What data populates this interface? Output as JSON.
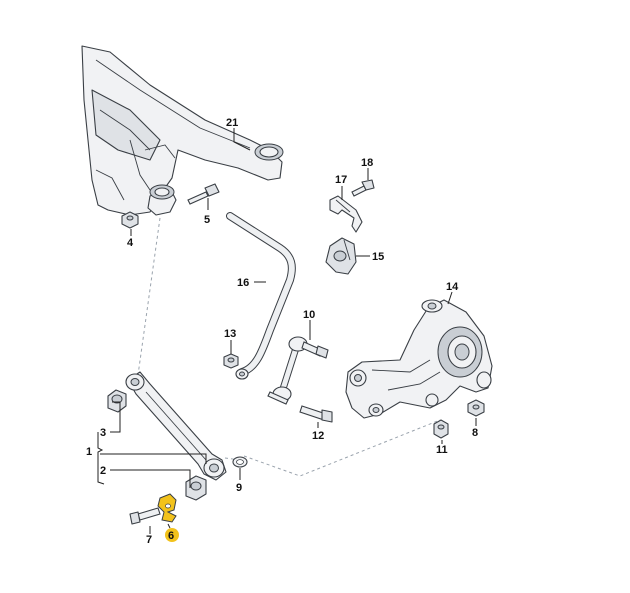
{
  "diagram": {
    "callouts": [
      {
        "id": "1",
        "text": "1"
      },
      {
        "id": "2",
        "text": "2"
      },
      {
        "id": "3",
        "text": "3"
      },
      {
        "id": "4",
        "text": "4"
      },
      {
        "id": "5",
        "text": "5"
      },
      {
        "id": "6",
        "text": "6",
        "highlighted": true
      },
      {
        "id": "7",
        "text": "7"
      },
      {
        "id": "8",
        "text": "8"
      },
      {
        "id": "9",
        "text": "9"
      },
      {
        "id": "10",
        "text": "10"
      },
      {
        "id": "11",
        "text": "11"
      },
      {
        "id": "12",
        "text": "12"
      },
      {
        "id": "13",
        "text": "13"
      },
      {
        "id": "14",
        "text": "14"
      },
      {
        "id": "15",
        "text": "15"
      },
      {
        "id": "16",
        "text": "16"
      },
      {
        "id": "17",
        "text": "17"
      },
      {
        "id": "18",
        "text": "18"
      },
      {
        "id": "21",
        "text": "21"
      }
    ],
    "colors": {
      "highlight": "#f2c21b",
      "outline": "#3a3f45",
      "part_fill": "#f1f2f4",
      "part_shade": "#c9ced4",
      "dashed_line": "#9aa3ad"
    }
  }
}
